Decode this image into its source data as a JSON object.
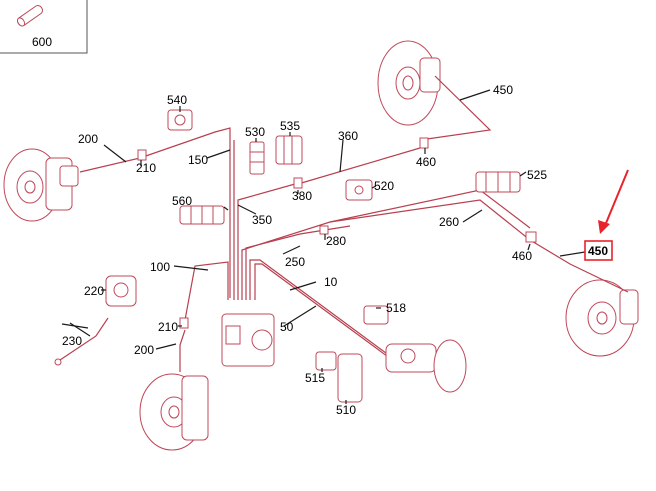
{
  "colors": {
    "part_line": "#c0485a",
    "leader_line": "#1a1a1a",
    "highlight": "#e8232a",
    "background": "#ffffff"
  },
  "labels": {
    "p600": "600",
    "p450_top": "450",
    "p540": "540",
    "p530": "530",
    "p535": "535",
    "p360": "360",
    "p200_left": "200",
    "p210_left": "210",
    "p150": "150",
    "p460_top": "460",
    "p380": "380",
    "p520": "520",
    "p525": "525",
    "p560": "560",
    "p350": "350",
    "p260": "260",
    "p280": "280",
    "p250": "250",
    "p460_right": "460",
    "p450_highlight": "450",
    "p100": "100",
    "p220": "220",
    "p10": "10",
    "p518": "518",
    "p50": "50",
    "p230": "230",
    "p210_bottom": "210",
    "p200_bottom": "200",
    "p515": "515",
    "p510": "510"
  }
}
